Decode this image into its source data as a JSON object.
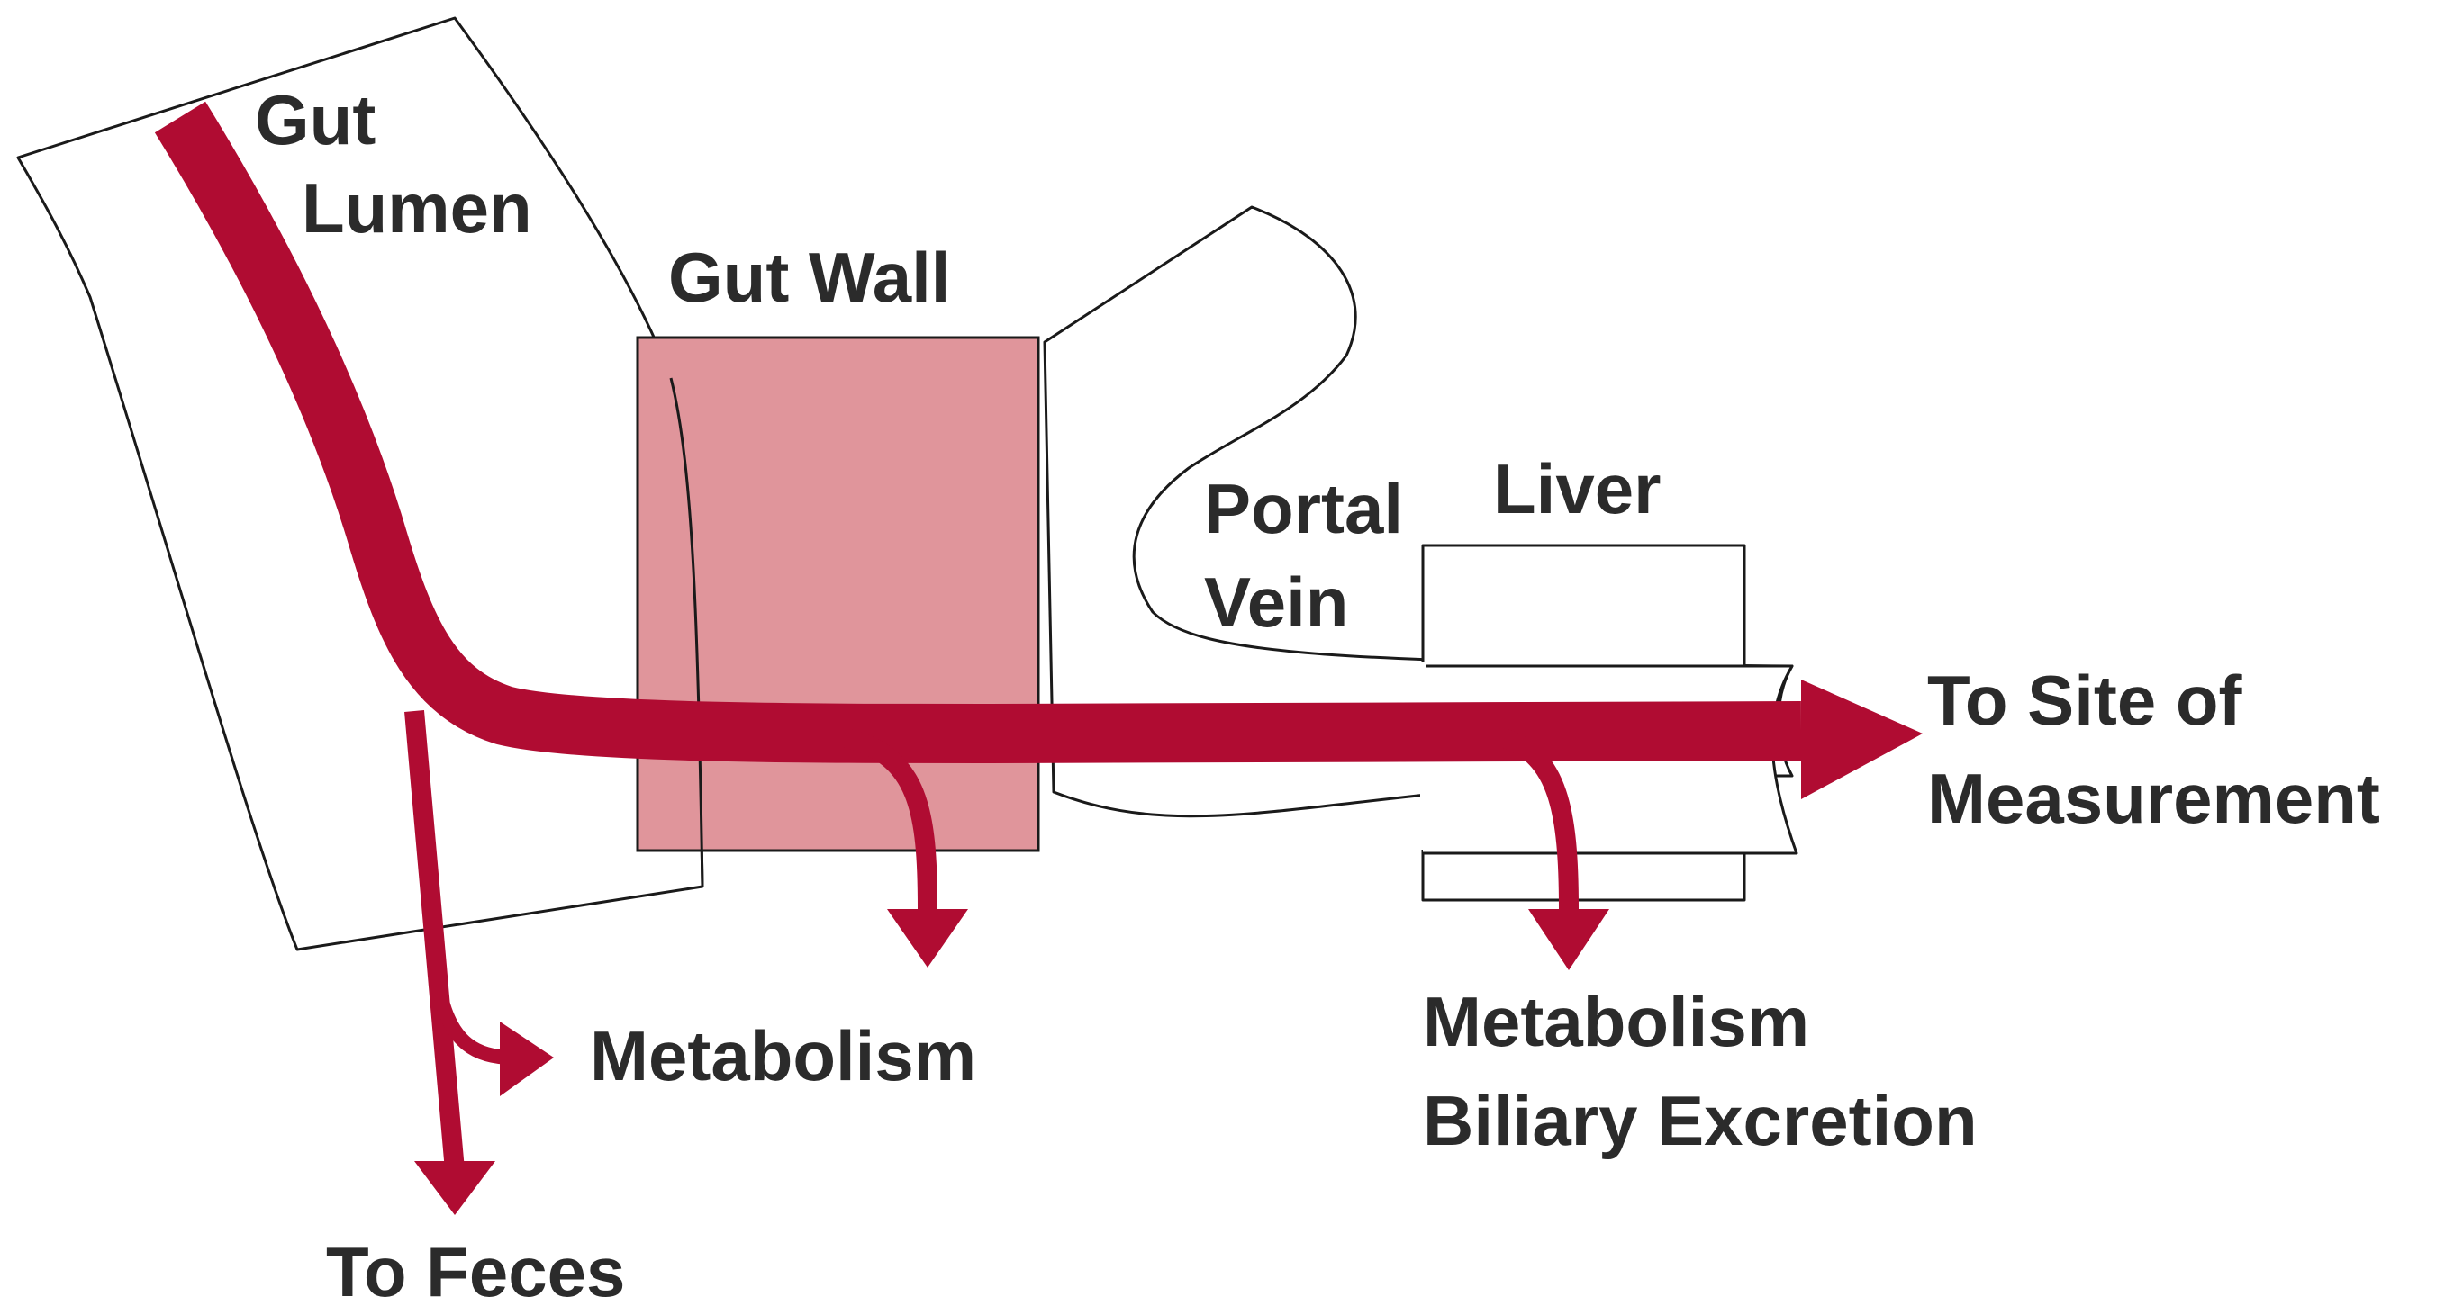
{
  "labels": {
    "gut_lumen": [
      "Gut",
      "Lumen"
    ],
    "gut_wall": "Gut Wall",
    "portal_vein": [
      "Portal",
      "Vein"
    ],
    "liver": "Liver",
    "to_site": [
      "To Site of",
      "Measurement"
    ],
    "metabolism_gut": "Metabolism",
    "metabolism_liver": [
      "Metabolism",
      "Biliary Excretion"
    ],
    "to_feces": "To Feces"
  },
  "colors": {
    "flow": "#b00c32",
    "gut_wall_fill": "#e0959b",
    "outline": "#1a1a1a",
    "text": "#2b2b2b"
  }
}
